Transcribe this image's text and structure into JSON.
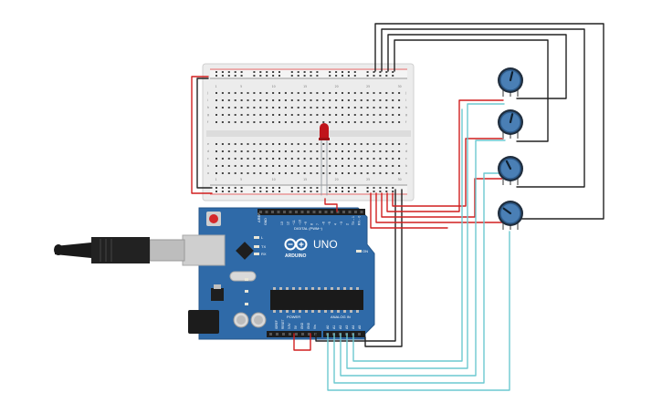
{
  "canvas": {
    "background": "#ffffff"
  },
  "board": {
    "name": "Arduino Uno",
    "brand_label": "ARDUINO",
    "model_label": "UNO",
    "digital_label": "DIGITAL (PWM~)",
    "power_label": "POWER",
    "analog_label": "ANALOG IN",
    "on_label": "ON",
    "tx_label": "TX",
    "rx_label": "RX",
    "l_label": "L",
    "aref_label": "AREF",
    "gnd_label": "GND",
    "top_pins": [
      "13",
      "12",
      "~11",
      "~10",
      "~9",
      "8",
      "7",
      "~6",
      "~5",
      "4",
      "~3",
      "2",
      "TX→1",
      "RX←0"
    ],
    "power_pins": [
      "IOREF",
      "RESET",
      "3.3V",
      "5V",
      "GND",
      "GND",
      "Vin"
    ],
    "analog_pins": [
      "A0",
      "A1",
      "A2",
      "A3",
      "A4",
      "A5"
    ],
    "color": "#2f6aa8"
  },
  "breadboard": {
    "name": "Breadboard Small",
    "row_letters_top": [
      "j",
      "i",
      "h",
      "g",
      "f"
    ],
    "row_letters_bottom": [
      "e",
      "d",
      "c",
      "b",
      "a"
    ],
    "columns": [
      "1",
      "5",
      "10",
      "15",
      "20",
      "25",
      "30"
    ]
  },
  "led": {
    "name": "Red LED",
    "color": "#c0141b"
  },
  "potentiometers": [
    {
      "name": "Potentiometer 1",
      "level": 0.55
    },
    {
      "name": "Potentiometer 2",
      "level": 0.55
    },
    {
      "name": "Potentiometer 3",
      "level": 0.4
    },
    {
      "name": "Potentiometer 4",
      "level": 0.3
    }
  ],
  "wire_colors": {
    "black": "#222222",
    "red": "#d11f1f",
    "teal": "#6cc9d0"
  },
  "usb_cable": {
    "name": "USB Cable"
  }
}
